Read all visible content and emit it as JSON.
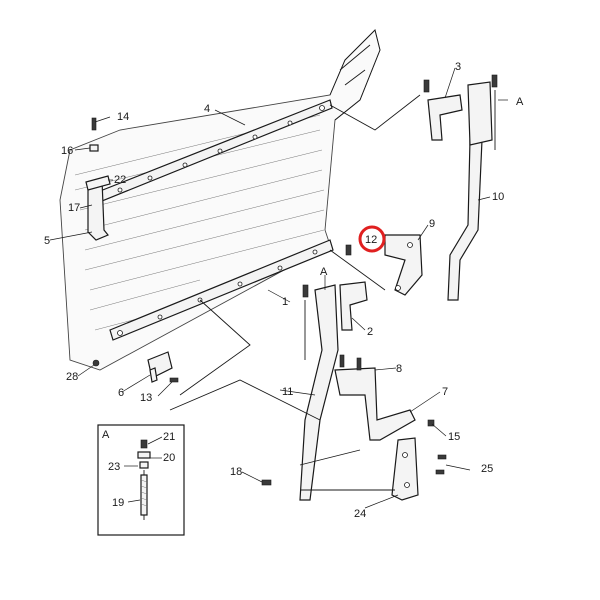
{
  "callouts": {
    "c1": "1",
    "c2": "2",
    "c3": "3",
    "c4": "4",
    "c5": "5",
    "c6": "6",
    "c7": "7",
    "c8": "8",
    "c9": "9",
    "c10": "10",
    "c11": "11",
    "c12": "12",
    "c13": "13",
    "c14": "14",
    "c15": "15",
    "c16": "16",
    "c17": "17",
    "c18": "18",
    "c19": "19",
    "c20": "20",
    "c21": "21",
    "c22": "22",
    "c23": "23",
    "c24": "24",
    "c25": "25",
    "c28": "28"
  },
  "detail_markers": {
    "a_top": "A",
    "a_mid": "A",
    "a_inset": "A"
  },
  "highlight": {
    "part": "12",
    "color": "#e02020"
  }
}
